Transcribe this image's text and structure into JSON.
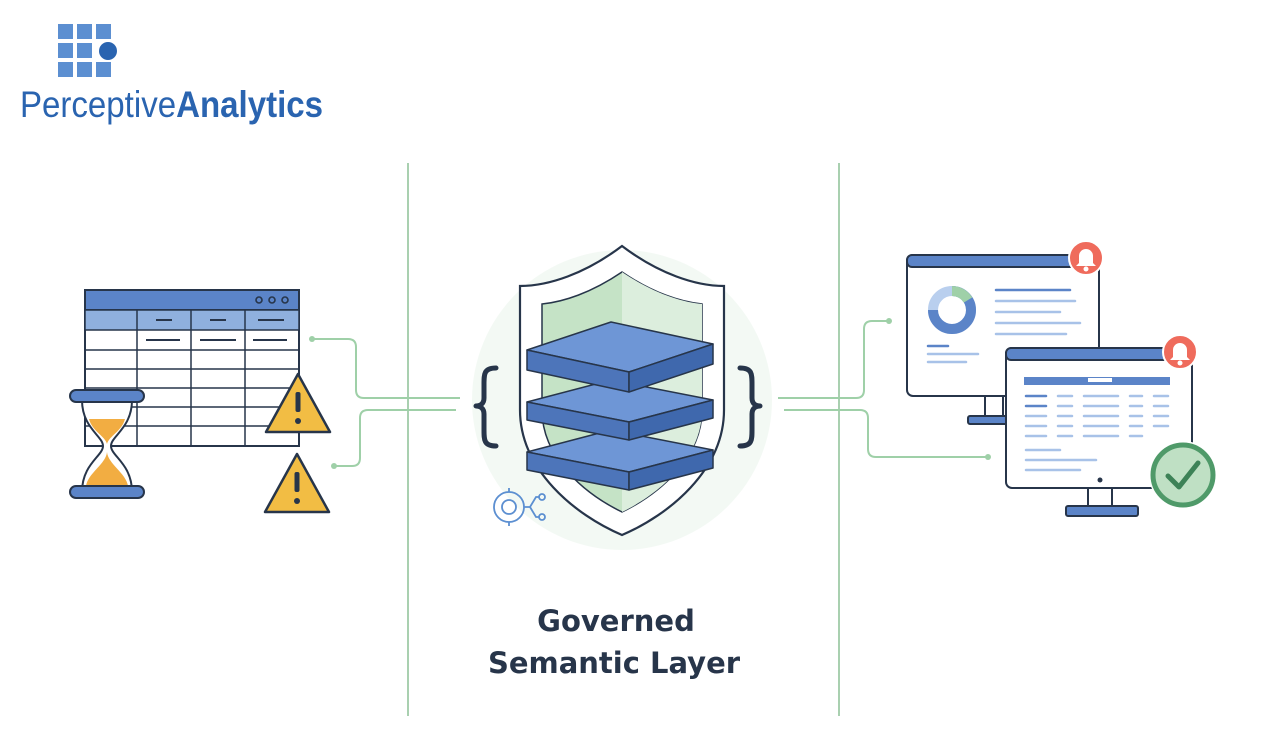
{
  "brand": {
    "name_light": "Perceptive",
    "name_bold": "Analytics"
  },
  "caption": {
    "line1": "Governed",
    "line2": "Semantic Layer"
  },
  "colors": {
    "brand_blue": "#2a64b0",
    "brand_light_blue": "#5c8fd1",
    "layer_blue": "#5b84c8",
    "layer_top": "#6e96d6",
    "layer_side": "#3f68ad",
    "shield_green": "#c5e3c6",
    "divider_green": "#a9d0b0",
    "connector_green": "#9fd0a8",
    "warning_yellow": "#f2bd44",
    "sand": "#f2ad42",
    "alert_red": "#ef6b5c",
    "check_green": "#4f9a69",
    "outline": "#27354a"
  },
  "icons": [
    "company-logo-grid-icon",
    "spreadsheet-table-icon",
    "hourglass-icon",
    "warning-icon",
    "warning-icon",
    "shield-icon",
    "stacked-layers-icon",
    "left-brace-icon",
    "right-brace-icon",
    "connection-node-icon",
    "monitor-dashboard-icon",
    "notification-bell-icon",
    "monitor-report-icon",
    "notification-bell-icon",
    "check-badge-icon"
  ]
}
